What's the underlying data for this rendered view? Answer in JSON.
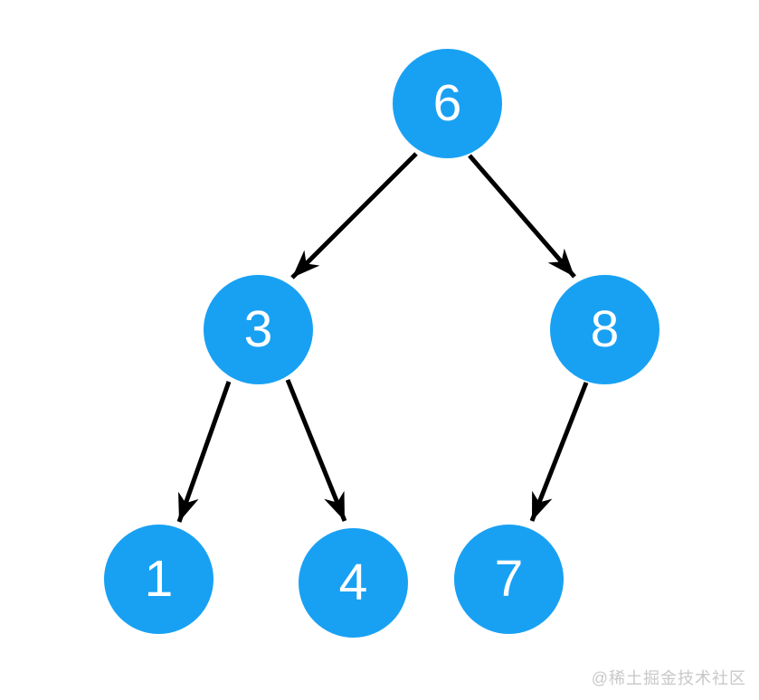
{
  "diagram": {
    "type": "binary-tree",
    "description": "Binary search tree diagram with arrows from parent to child nodes",
    "nodes": [
      {
        "id": "6",
        "label": "6",
        "level": 0
      },
      {
        "id": "3",
        "label": "3",
        "level": 1
      },
      {
        "id": "8",
        "label": "8",
        "level": 1
      },
      {
        "id": "1",
        "label": "1",
        "level": 2
      },
      {
        "id": "4",
        "label": "4",
        "level": 2
      },
      {
        "id": "7",
        "label": "7",
        "level": 2
      }
    ],
    "edges": [
      {
        "from": "6",
        "to": "3"
      },
      {
        "from": "6",
        "to": "8"
      },
      {
        "from": "3",
        "to": "1"
      },
      {
        "from": "3",
        "to": "4"
      },
      {
        "from": "8",
        "to": "7"
      }
    ],
    "colors": {
      "node_fill": "#18a1f3",
      "node_text": "#ffffff",
      "edge": "#000000",
      "background": "#ffffff"
    }
  },
  "watermark": {
    "text": "@稀土掘金技术社区",
    "color": "#c8c8c8"
  }
}
